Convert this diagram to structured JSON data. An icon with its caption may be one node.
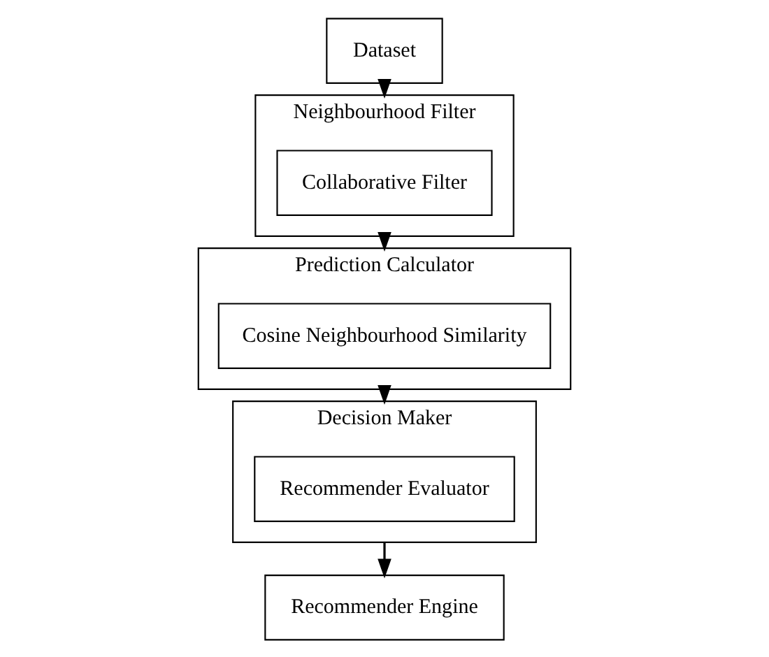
{
  "diagram": {
    "nodes": [
      {
        "text": [
          "Dataset"
        ]
      },
      {
        "text": [
          "Neighbourhood Filter"
        ]
      },
      {
        "text": [
          "Collaborative Filter"
        ],
        "in": 1
      },
      {
        "text": [
          "Prediction Calculator"
        ]
      },
      {
        "text": [
          "Cosine Neighbourhood Similarity"
        ],
        "in": 3
      },
      {
        "text": [
          "Decision Maker"
        ]
      },
      {
        "text": [
          "Recommender Evaluator"
        ],
        "in": 5
      },
      {
        "text": [
          "Recommender Engine"
        ]
      }
    ],
    "edges": [
      {
        "from": 0,
        "to": 1,
        "arrow": "to"
      },
      {
        "from": 1,
        "to": 3,
        "arrow": "to"
      },
      {
        "from": 3,
        "to": 5,
        "arrow": "to"
      },
      {
        "from": 5,
        "to": 7,
        "arrow": "to"
      }
    ]
  }
}
